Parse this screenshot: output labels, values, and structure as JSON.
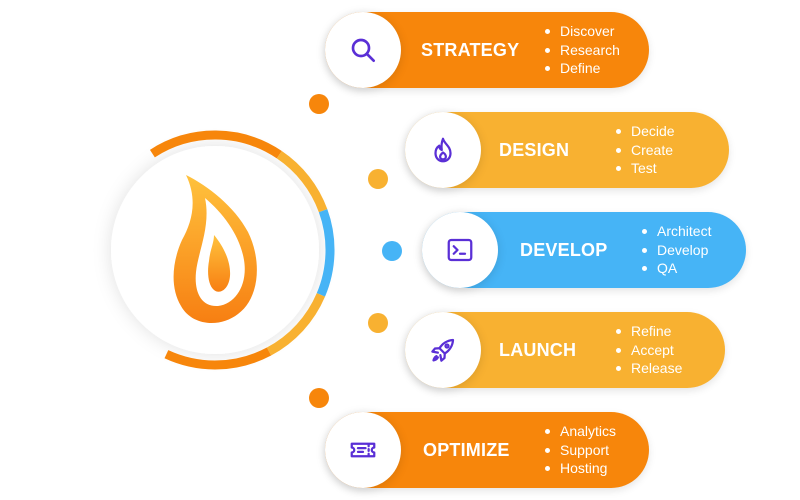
{
  "colors": {
    "orange": "#F7860B",
    "amber": "#F8B131",
    "blue": "#46B4F6",
    "icon_purple": "#5A2FD6"
  },
  "logo": {
    "icon": "flame-drop-logo"
  },
  "stages": [
    {
      "title": "STRATEGY",
      "icon": "search-icon",
      "color": "orange",
      "items": [
        "Discover",
        "Research",
        "Define"
      ]
    },
    {
      "title": "DESIGN",
      "icon": "fire-icon",
      "color": "amber",
      "items": [
        "Decide",
        "Create",
        "Test"
      ]
    },
    {
      "title": "DEVELOP",
      "icon": "terminal-icon",
      "color": "blue",
      "items": [
        "Architect",
        "Develop",
        "QA"
      ]
    },
    {
      "title": "LAUNCH",
      "icon": "rocket-icon",
      "color": "amber",
      "items": [
        "Refine",
        "Accept",
        "Release"
      ]
    },
    {
      "title": "OPTIMIZE",
      "icon": "ticket-icon",
      "color": "orange",
      "items": [
        "Analytics",
        "Support",
        "Hosting"
      ]
    }
  ]
}
